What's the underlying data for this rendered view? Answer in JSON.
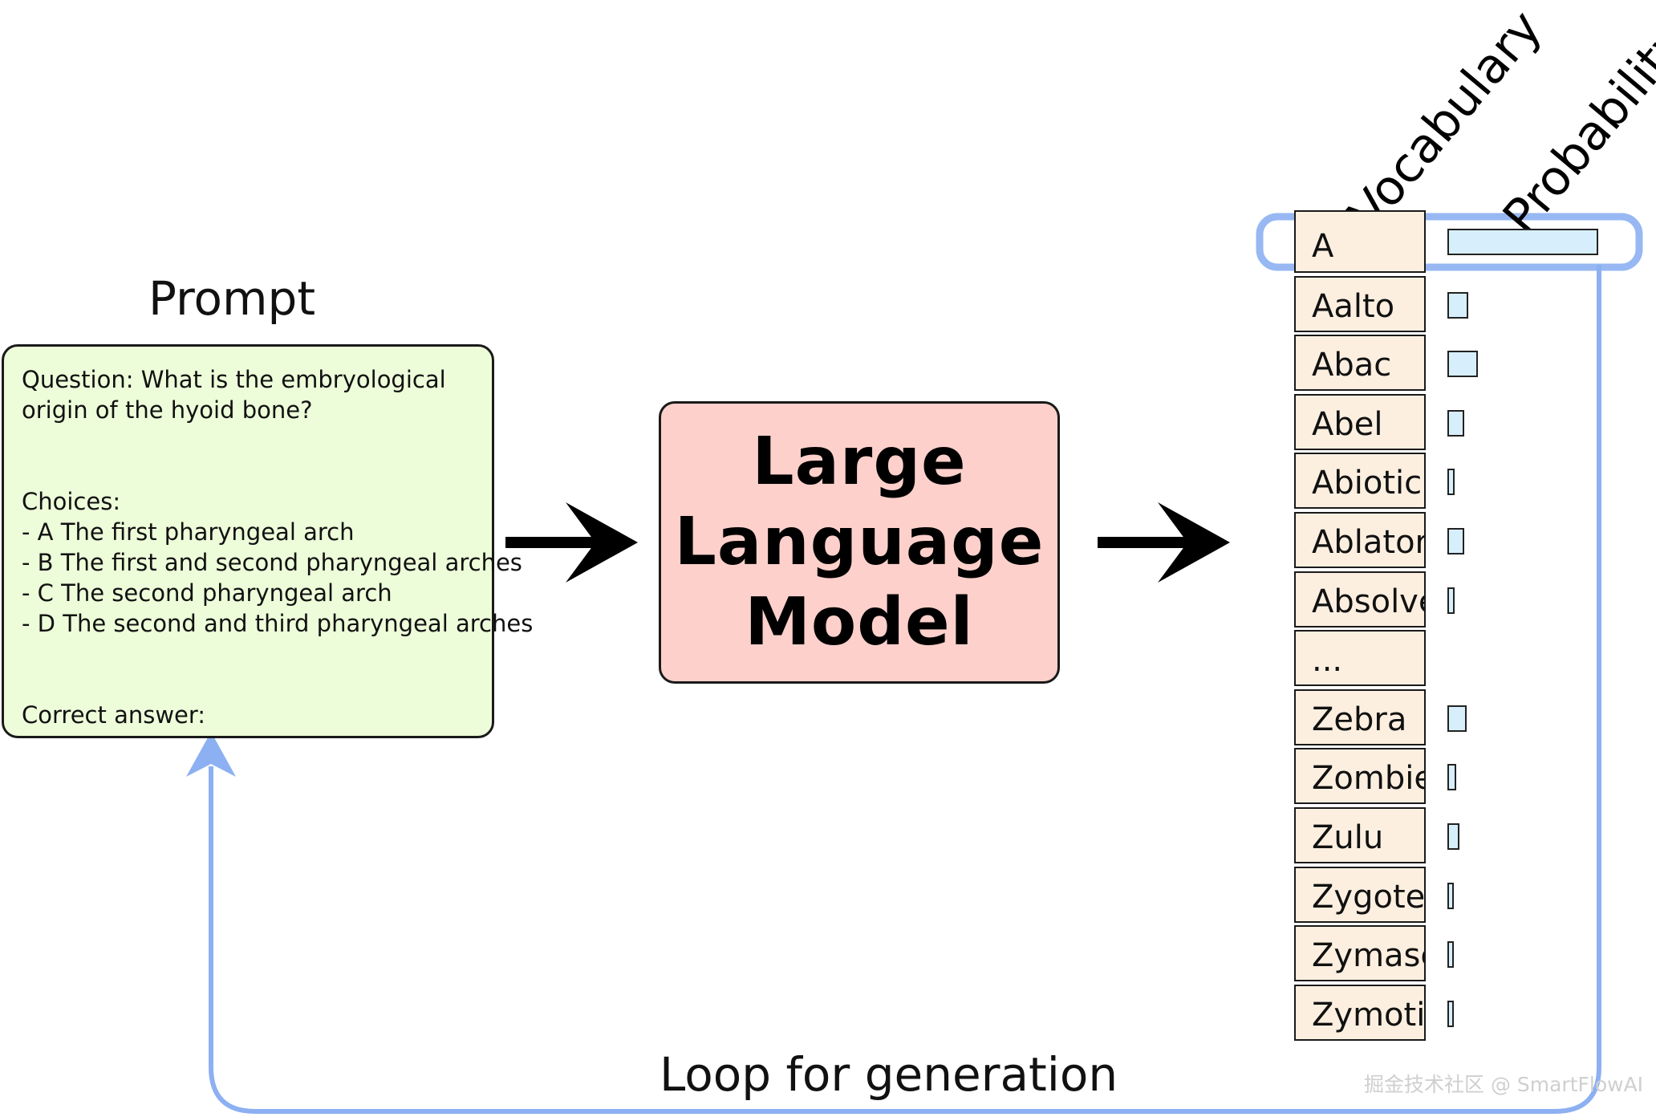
{
  "prompt": {
    "title": "Prompt",
    "lines": [
      "Question: What is the embryological",
      "origin of the hyoid bone?",
      "",
      "",
      "Choices:",
      "- A The first pharyngeal arch",
      "- B The first and second pharyngeal arches",
      "- C The second pharyngeal arch",
      "- D The second and third pharyngeal arches",
      "",
      "",
      "Correct answer:"
    ]
  },
  "model": {
    "lines": [
      "Large",
      "Language",
      "Model"
    ]
  },
  "table": {
    "header_vocab": "Vocabulary",
    "header_prob": "Probability",
    "rows": [
      {
        "token": "A",
        "prob": 1.0
      },
      {
        "token": "Aalto",
        "prob": 0.14
      },
      {
        "token": "Abac",
        "prob": 0.2
      },
      {
        "token": "Abel",
        "prob": 0.11
      },
      {
        "token": "Abiotic",
        "prob": 0.05
      },
      {
        "token": "Ablator",
        "prob": 0.11
      },
      {
        "token": "Absolve",
        "prob": 0.05
      },
      {
        "token": "...",
        "prob": null
      },
      {
        "token": "Zebra",
        "prob": 0.13
      },
      {
        "token": "Zombie",
        "prob": 0.06
      },
      {
        "token": "Zulu",
        "prob": 0.08
      },
      {
        "token": "Zygote",
        "prob": 0.04
      },
      {
        "token": "Zymase",
        "prob": 0.04
      },
      {
        "token": "Zymotic",
        "prob": 0.02
      }
    ]
  },
  "loop": {
    "label": "Loop for generation"
  },
  "watermark": "掘金技术社区 @ SmartFlowAI",
  "colors": {
    "prompt_fill": "#edfcd9",
    "model_fill": "#fdd0cb",
    "vocab_fill": "#fcefe0",
    "bar_fill": "#d7effc",
    "loop_stroke": "#8cb0f2"
  }
}
